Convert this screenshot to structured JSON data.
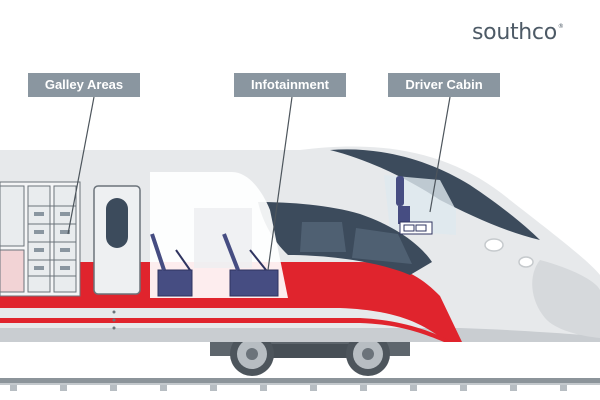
{
  "brand": {
    "logo_text": "southco",
    "trademark": "®"
  },
  "callouts": [
    {
      "label": "Galley Areas"
    },
    {
      "label": "Infotainment"
    },
    {
      "label": "Driver Cabin"
    }
  ],
  "colors": {
    "callout_bg": "#8a96a0",
    "train_body": "#e7e9eb",
    "stripe_red": "#e0242d",
    "window_dark": "#3c4b5c",
    "seat_navy": "#464d82",
    "logo_text": "#4d5a66"
  }
}
